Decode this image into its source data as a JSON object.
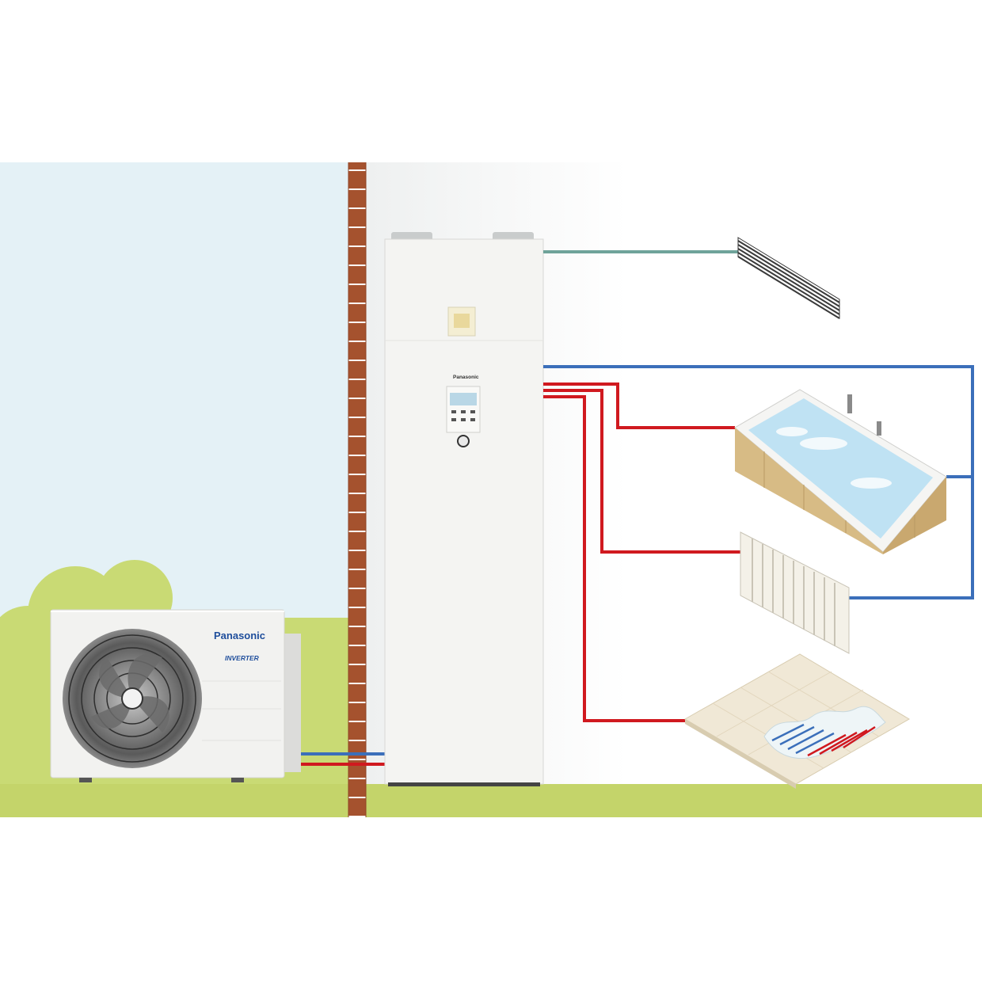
{
  "outdoor_unit": {
    "brand": "Panasonic",
    "sub_brand": "INVERTER"
  },
  "indoor_unit": {
    "brand": "Panasonic"
  },
  "colors": {
    "sky": "#e4f1f6",
    "grass": "#c4d46a",
    "bush": "#c9da74",
    "brick": "#a5522e",
    "mortar": "#ffffff",
    "flow_hot": "#d0191f",
    "flow_return": "#3b6fba",
    "ventilation_duct": "#6fa39a",
    "unit_body": "#f4f4f2",
    "brand_blue": "#1f4e9c",
    "bath_wood": "#d7bb85",
    "bath_water": "#bfe2f3"
  },
  "icons": [
    "outdoor-heat-pump-icon",
    "indoor-tank-unit-icon",
    "ventilation-grille-icon",
    "bathtub-icon",
    "radiator-icon",
    "underfloor-heating-icon",
    "brick-wall-icon"
  ]
}
